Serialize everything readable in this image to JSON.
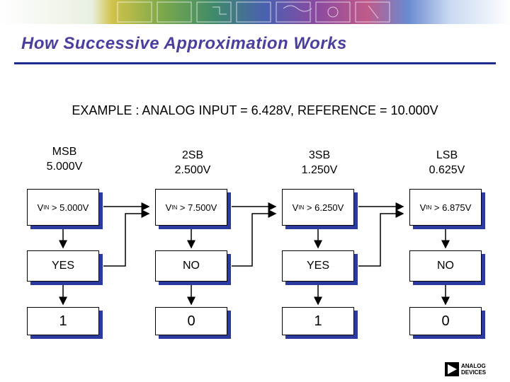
{
  "title": "How Successive Approximation Works",
  "example": "EXAMPLE : ANALOG INPUT = 6.428V, REFERENCE = 10.000V",
  "bits": [
    {
      "name": "MSB",
      "weight": "5.000V"
    },
    {
      "name": "2SB",
      "weight": "2.500V"
    },
    {
      "name": "3SB",
      "weight": "1.250V"
    },
    {
      "name": "LSB",
      "weight": "0.625V"
    }
  ],
  "comparisons": [
    {
      "v": "V",
      "sub": "IN",
      "rest": " > 5.000V"
    },
    {
      "v": "V",
      "sub": "IN",
      "rest": " > 7.500V"
    },
    {
      "v": "V",
      "sub": "IN",
      "rest": " > 6.250V"
    },
    {
      "v": "V",
      "sub": "IN",
      "rest": " > 6.875V"
    }
  ],
  "decisions": [
    "YES",
    "NO",
    "YES",
    "NO"
  ],
  "results": [
    "1",
    "0",
    "1",
    "0"
  ],
  "logo": {
    "line1": "ANALOG",
    "line2": "DEVICES"
  },
  "colors": {
    "title": "#4a3f9c",
    "rule": "#1d2b8c",
    "shadow": "#2b3a9e"
  }
}
